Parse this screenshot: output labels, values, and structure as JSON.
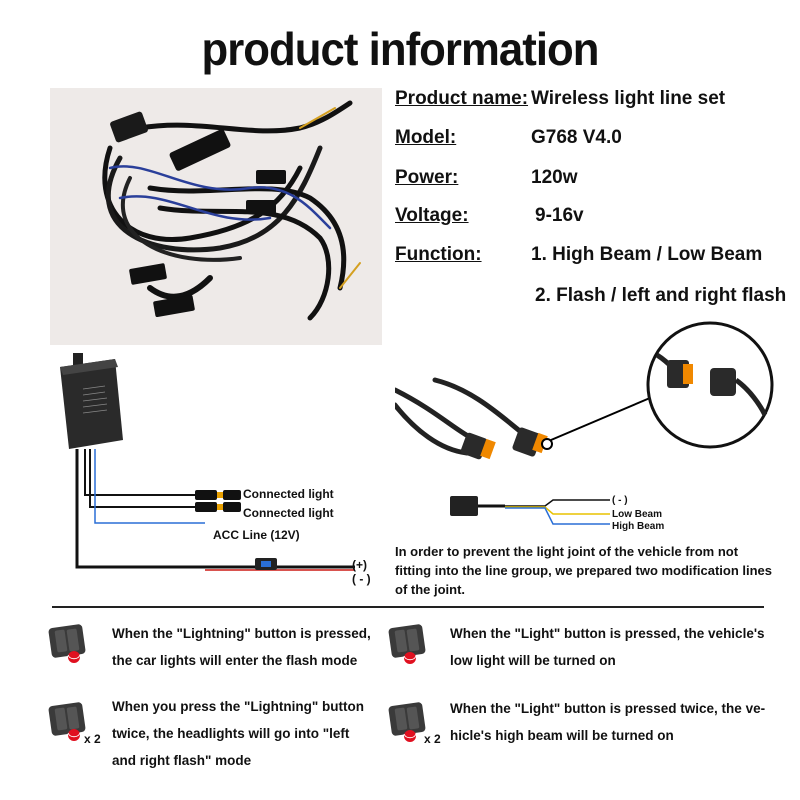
{
  "title": "product information",
  "info": {
    "product_name_label": "Product name:",
    "product_name_value": "Wireless light line set",
    "model_label": "Model:",
    "model_value": "G768 V4.0",
    "power_label": "Power:",
    "power_value": "120w",
    "voltage_label": "Voltage:",
    "voltage_value": "9-16v",
    "function_label": "Function:",
    "function_1": "1. High Beam / Low Beam",
    "function_2": "2. Flash  / left and right flash"
  },
  "wiring": {
    "connected_light_1": "Connected light",
    "connected_light_2": "Connected light",
    "acc_line": "ACC Line (12V)",
    "plus": "(+)",
    "minus": "( - )"
  },
  "connector": {
    "neg": "( - )",
    "low_beam": "Low Beam",
    "high_beam": "High Beam",
    "note": "In order to prevent the light joint of the vehicle from not fitting into the line group, we prepared two modification lines of the joint."
  },
  "instructions": [
    {
      "text": "When the \"Lightning\" button is pressed, the car lights will enter the flash mode",
      "multiplier": ""
    },
    {
      "text": "When the \"Light\" button is pressed, the vehicle's low light will be turned on",
      "multiplier": ""
    },
    {
      "text": "When you press the \"Lightning\" button twice, the headlights will go into \"left and right flash\" mode",
      "multiplier": "x 2"
    },
    {
      "text": "When the \"Light\" button is pressed twice, the ve-hicle's high beam will be turned on",
      "multiplier": "x 2"
    }
  ],
  "colors": {
    "wire_red": "#d9534f",
    "wire_yellow": "#e8c200",
    "wire_blue": "#2a6fd6",
    "button_red": "#e01020"
  }
}
